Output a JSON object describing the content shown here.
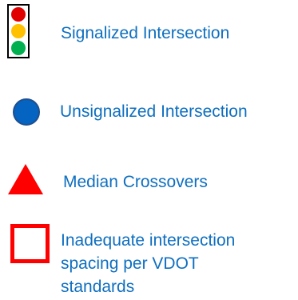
{
  "legend": {
    "colors": {
      "label_text": "#0e6fc0",
      "signal_red": "#e10000",
      "signal_yellow": "#ffc000",
      "signal_green": "#00b050",
      "unsignalized_fill": "#0563c1",
      "median_triangle": "#ff0000",
      "spacing_square_border": "#ff0000"
    },
    "items": [
      {
        "icon": "traffic-signal-icon",
        "label_lines": [
          "Signalized Intersection"
        ]
      },
      {
        "icon": "blue-circle-icon",
        "label_lines": [
          "Unsignalized Intersection"
        ]
      },
      {
        "icon": "red-triangle-icon",
        "label_lines": [
          "Median Crossovers"
        ]
      },
      {
        "icon": "red-square-outline-icon",
        "label_lines": [
          "Inadequate intersection",
          "spacing per VDOT",
          "standards"
        ]
      }
    ]
  }
}
